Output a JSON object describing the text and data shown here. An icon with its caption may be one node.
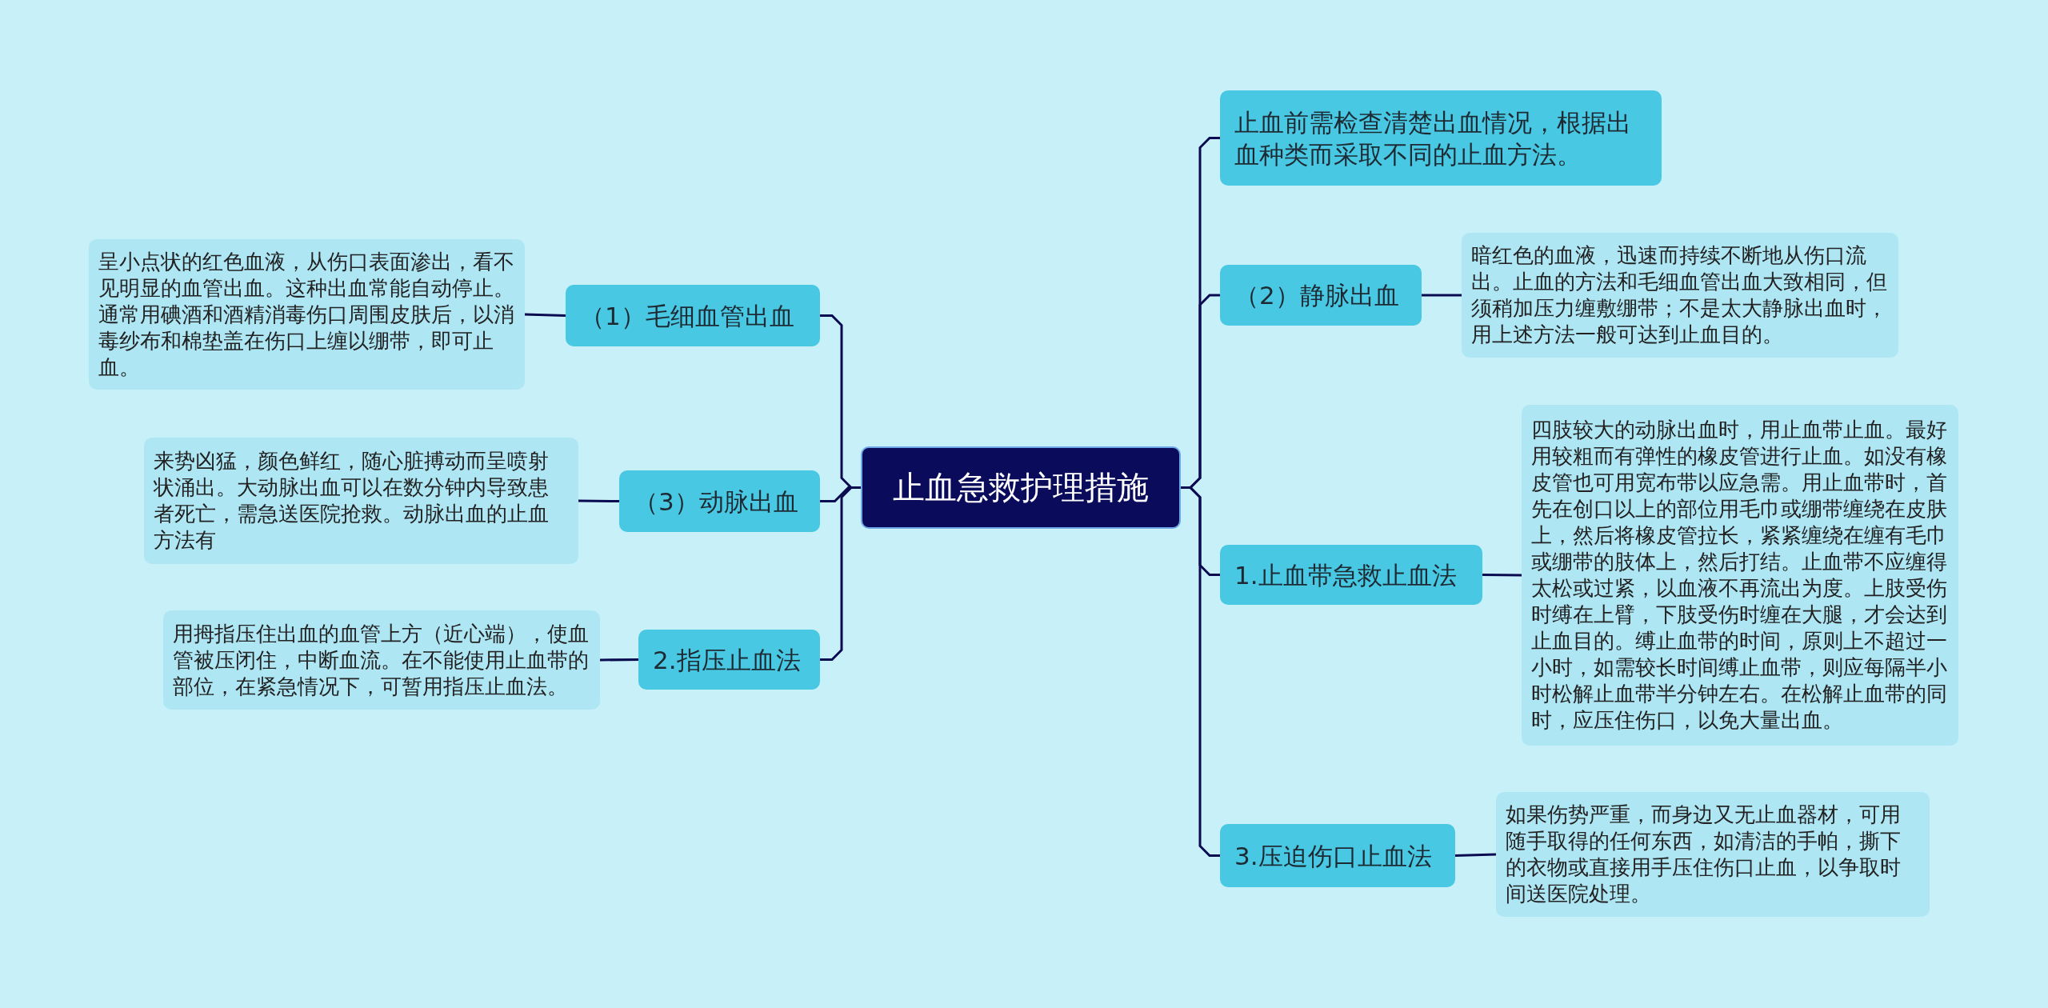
{
  "diagram": {
    "nodes": [
      {
        "text": [
          "止血急救护理措施"
        ]
      },
      {
        "text": [
          "（1）毛细血管出血"
        ]
      },
      {
        "text": [
          "呈小点状的红色血液，从伤口表面渗出，看不见明显的血管出血。这种出血常能自动停止。通常用碘酒和酒精消毒伤口周围皮肤后，以消毒纱布和棉垫盖在伤口上缠以绷带，即可止血。"
        ]
      },
      {
        "text": [
          "（3）动脉出血"
        ]
      },
      {
        "text": [
          "来势凶猛，颜色鲜红，随心脏搏动而呈喷射状涌出。大动脉出血可以在数分钟内导致患者死亡，需急送医院抢救。动脉出血的止血方法有"
        ]
      },
      {
        "text": [
          "2.指压止血法"
        ]
      },
      {
        "text": [
          "用拇指压住出血的血管上方（近心端），使血管被压闭住，中断血流。在不能使用止血带的部位，在紧急情况下，可暂用指压止血法。"
        ]
      },
      {
        "text": [
          "止血前需检查清楚出血情况，根据出血种类而采取不同的止血方法。"
        ]
      },
      {
        "text": [
          "（2）静脉出血"
        ]
      },
      {
        "text": [
          "暗红色的血液，迅速而持续不断地从伤口流出。止血的方法和毛细血管出血大致相同，但须稍加压力缠敷绷带；不是太大静脉出血时，用上述方法一般可达到止血目的。"
        ]
      },
      {
        "text": [
          "1.止血带急救止血法"
        ]
      },
      {
        "text": [
          "四肢较大的动脉出血时，用止血带止血。最好用较粗而有弹性的橡皮管进行止血。如没有橡皮管也可用宽布带以应急需。用止血带时，首先在创口以上的部位用毛巾或绷带缠绕在皮肤上，然后将橡皮管拉长，紧紧缠绕在缠有毛巾或绷带的肢体上，然后打结。止血带不应缠得太松或过紧，以血液不再流出为度。上肢受伤时缚在上臂，下肢受伤时缠在大腿，才会达到止血目的。缚止血带的时间，原则上不超过一小时，如需较长时间缚止血带，则应每隔半小时松解止血带半分钟左右。在松解止血带的同时，应压住伤口，以免大量出血。"
        ]
      },
      {
        "text": [
          "3.压迫伤口止血法"
        ]
      },
      {
        "text": [
          "如果伤势严重，而身边又无止血器材，可用随手取得的任何东西，如清洁的手帕，撕下的衣物或直接用手压住伤口止血，以争取时间送医院处理。"
        ]
      }
    ],
    "edges": [
      {
        "from": 0,
        "to": 1,
        "arrow": "none"
      },
      {
        "from": 1,
        "to": 2,
        "arrow": "none"
      },
      {
        "from": 0,
        "to": 3,
        "arrow": "none"
      },
      {
        "from": 3,
        "to": 4,
        "arrow": "none"
      },
      {
        "from": 0,
        "to": 5,
        "arrow": "none"
      },
      {
        "from": 5,
        "to": 6,
        "arrow": "none"
      },
      {
        "from": 0,
        "to": 7,
        "arrow": "none"
      },
      {
        "from": 0,
        "to": 8,
        "arrow": "none"
      },
      {
        "from": 8,
        "to": 9,
        "arrow": "none"
      },
      {
        "from": 0,
        "to": 10,
        "arrow": "none"
      },
      {
        "from": 10,
        "to": 11,
        "arrow": "none"
      },
      {
        "from": 0,
        "to": 12,
        "arrow": "none"
      },
      {
        "from": 12,
        "to": 13,
        "arrow": "none"
      }
    ]
  }
}
